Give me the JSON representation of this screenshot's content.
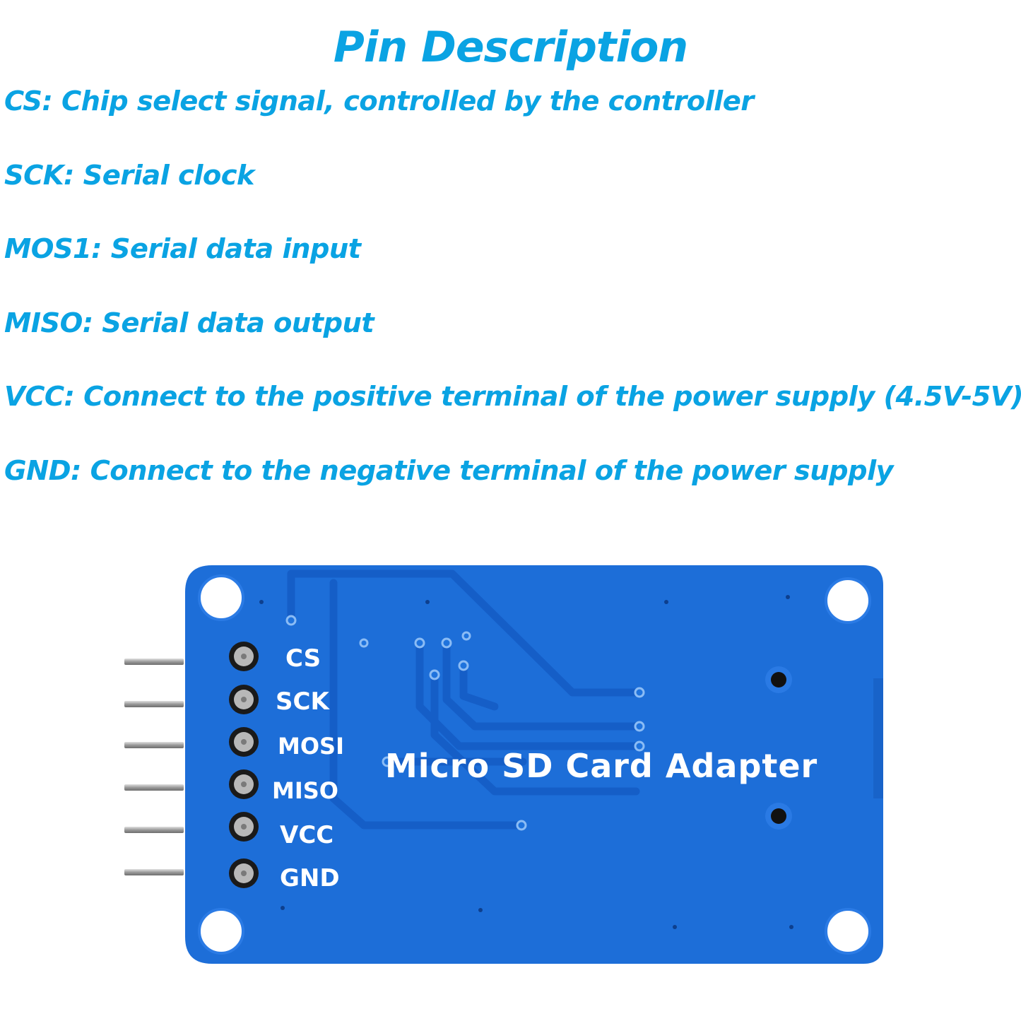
{
  "heading": {
    "title": "Pin Description"
  },
  "descriptions": [
    {
      "text": "CS: Chip select signal, controlled by the controller"
    },
    {
      "text": "SCK: Serial clock"
    },
    {
      "text": "MOS1: Serial data input"
    },
    {
      "text": "MISO: Serial data output"
    },
    {
      "text": "VCC: Connect to the positive terminal of the power supply (4.5V-5V)"
    },
    {
      "text": "GND: Connect to the negative terminal of the power supply"
    }
  ],
  "board": {
    "label": "Micro SD Card Adapter",
    "pins": [
      {
        "label": "CS"
      },
      {
        "label": "SCK"
      },
      {
        "label": "MOSI"
      },
      {
        "label": "MISO"
      },
      {
        "label": "VCC"
      },
      {
        "label": "GND"
      }
    ]
  },
  "colors": {
    "text_accent": "#0aa3e3",
    "pcb": "#1d6ed8",
    "pcb_trace": "#155ec7",
    "silkscreen": "#ffffff",
    "pin_metal": "#a8a8a8"
  }
}
